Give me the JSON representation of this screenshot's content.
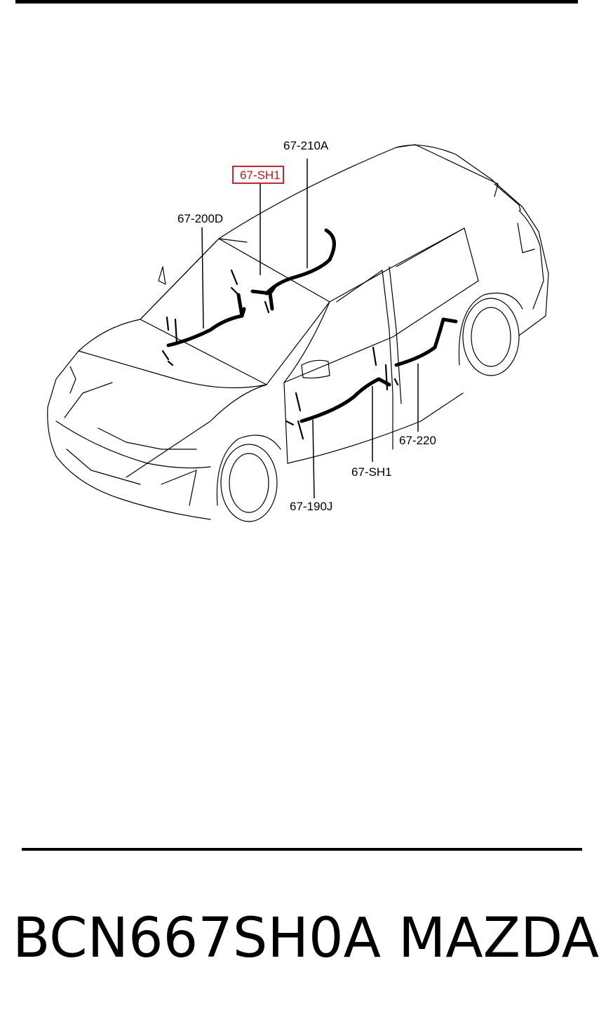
{
  "diagram": {
    "callouts": {
      "label_210a": "67-210A",
      "label_sh1_top": "67-SH1",
      "label_200d": "67-200D",
      "label_220": "67-220",
      "label_sh1_bottom": "67-SH1",
      "label_190j": "67-190J"
    },
    "highlighted_callout": "67-SH1",
    "highlight_color": "#d6202a"
  },
  "footer": {
    "part_number": "BCN667SH0A",
    "brand": "MAZDA"
  }
}
